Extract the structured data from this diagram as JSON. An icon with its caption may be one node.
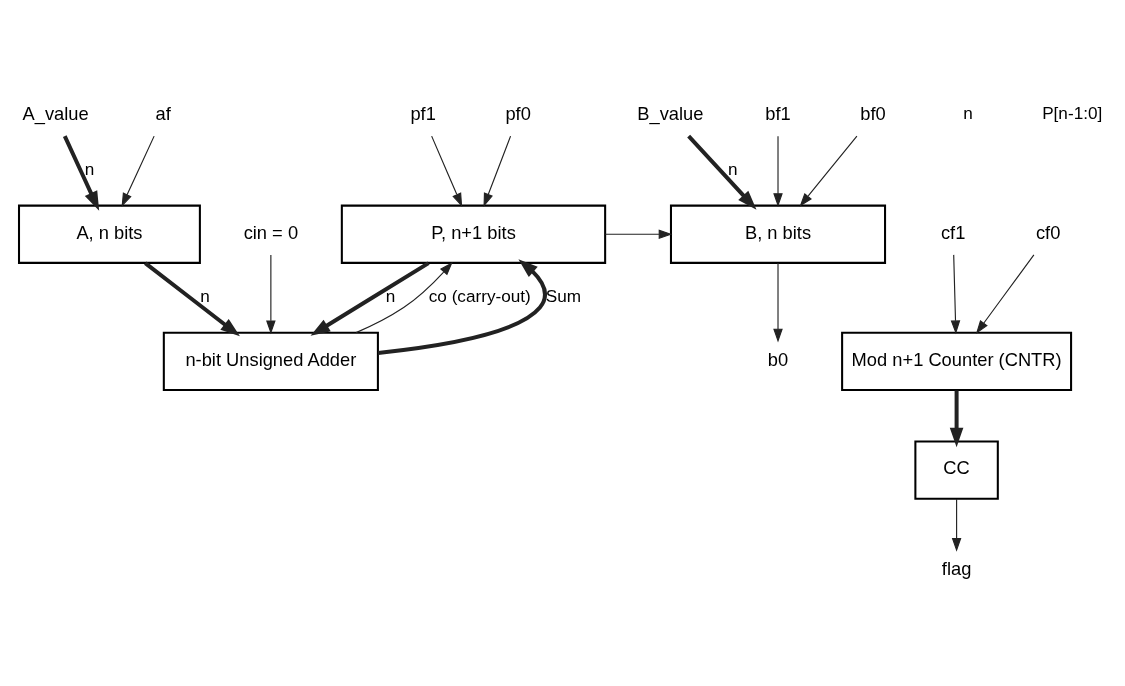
{
  "diagram": {
    "nodes": [
      {
        "text": [
          "P, n+1 bits"
        ]
      },
      {
        "text": [
          "B, n bits"
        ]
      },
      {
        "text": [
          "A, n bits"
        ]
      },
      {
        "text": [
          "n-bit Unsigned Adder"
        ]
      },
      {
        "text": [
          "Mod n+1 Counter (CNTR)"
        ]
      },
      {
        "text": [
          "CC"
        ]
      },
      {
        "text": [
          "B_value"
        ]
      },
      {
        "text": [
          "A_value"
        ]
      },
      {
        "text": [
          "pf1"
        ]
      },
      {
        "text": [
          "pf0"
        ]
      },
      {
        "text": [
          "bf1"
        ]
      },
      {
        "text": [
          "bf0"
        ]
      },
      {
        "text": [
          "af"
        ]
      },
      {
        "text": [
          "b0"
        ]
      },
      {
        "text": [
          "cin = 0"
        ]
      },
      {
        "text": [
          "cf1"
        ]
      },
      {
        "text": [
          "cf0"
        ]
      },
      {
        "text": [
          "flag"
        ]
      }
    ],
    "edges": [
      {
        "from": 6,
        "to": 1,
        "arrow": "to",
        "label": "n",
        "style": "thick"
      },
      {
        "from": 7,
        "to": 2,
        "arrow": "to",
        "label": "n",
        "style": "thick"
      },
      {
        "from": 8,
        "to": 0,
        "arrow": "to"
      },
      {
        "from": 9,
        "to": 0,
        "arrow": "to"
      },
      {
        "from": 0,
        "to": 1,
        "arrow": "to"
      },
      {
        "from": 10,
        "to": 1,
        "arrow": "to"
      },
      {
        "from": 11,
        "to": 1,
        "arrow": "to"
      },
      {
        "from": 12,
        "to": 2,
        "arrow": "to"
      },
      {
        "from": 1,
        "to": 13,
        "arrow": "to"
      },
      {
        "from": 0,
        "to": 3,
        "arrow": "to",
        "label": "n",
        "style": "thick"
      },
      {
        "from": 2,
        "to": 3,
        "arrow": "to",
        "label": "n",
        "style": "thick"
      },
      {
        "from": 14,
        "to": 3,
        "arrow": "to"
      },
      {
        "from": 3,
        "to": 0,
        "arrow": "to",
        "label": "co (carry-out)"
      },
      {
        "from": 3,
        "to": 0,
        "arrow": "to",
        "label": "Sum",
        "style": "thick"
      },
      {
        "from": 15,
        "to": 4,
        "arrow": "to"
      },
      {
        "from": 16,
        "to": 4,
        "arrow": "to"
      },
      {
        "from": 4,
        "to": 5,
        "arrow": "to",
        "style": "thick"
      },
      {
        "from": 5,
        "to": 17,
        "arrow": "to"
      }
    ],
    "labels": [
      "n",
      "P[n-1:0]"
    ]
  }
}
